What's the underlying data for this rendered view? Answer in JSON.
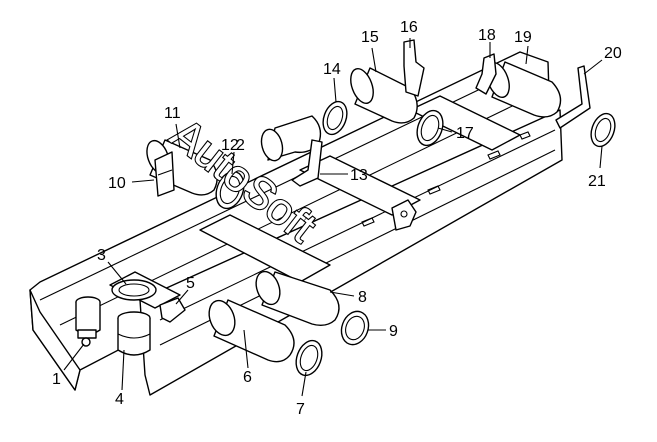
{
  "labels": [
    "1",
    "2",
    "3",
    "4",
    "5",
    "6",
    "7",
    "8",
    "9",
    "10",
    "11",
    "12",
    "13",
    "14",
    "15",
    "16",
    "17",
    "18",
    "19",
    "20",
    "21"
  ],
  "watermark": "AutoSoft",
  "colors": {
    "line": "#000000",
    "background": "#ffffff"
  }
}
